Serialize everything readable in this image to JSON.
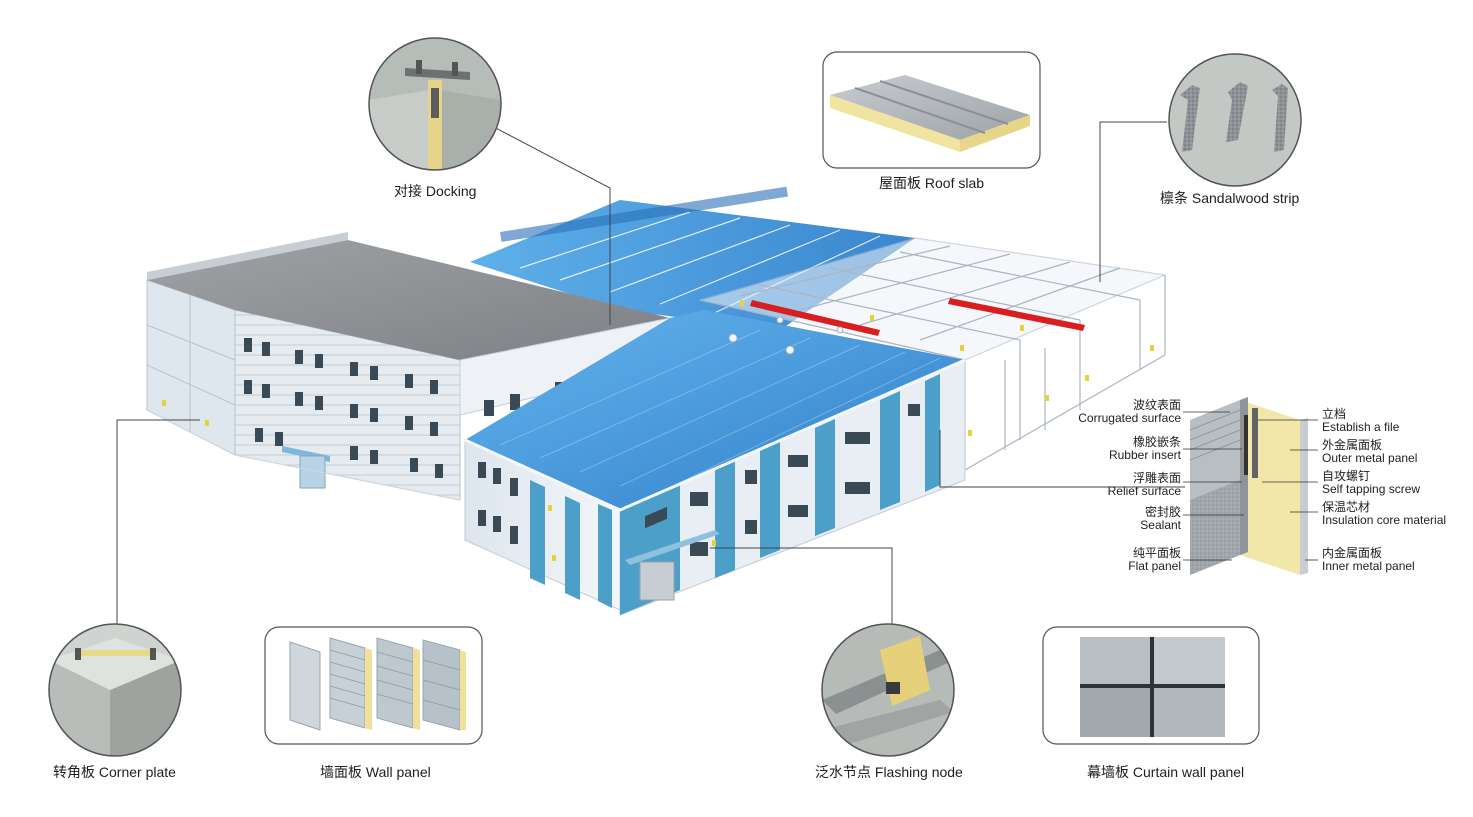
{
  "callouts": {
    "docking": "对接 Docking",
    "roof_slab": "屋面板 Roof slab",
    "sandalwood_strip": "檩条 Sandalwood strip",
    "corner_plate": "转角板 Corner plate",
    "wall_panel": "墙面板 Wall panel",
    "flashing_node": "泛水节点 Flashing node",
    "curtain_wall_panel": "幕墙板 Curtain wall panel"
  },
  "section_labels": {
    "left": [
      {
        "cn": "波纹表面",
        "en": "Corrugated surface"
      },
      {
        "cn": "橡胶嵌条",
        "en": "Rubber insert"
      },
      {
        "cn": "浮雕表面",
        "en": "Relief surface"
      },
      {
        "cn": "密封胶",
        "en": "Sealant"
      },
      {
        "cn": "纯平面板",
        "en": "Flat panel"
      }
    ],
    "right": [
      {
        "cn": "立档",
        "en": "Establish a file"
      },
      {
        "cn": "外金属面板",
        "en": "Outer metal panel"
      },
      {
        "cn": "自攻螺钉",
        "en": "Self tapping screw"
      },
      {
        "cn": "保温芯材",
        "en": "Insulation core material"
      },
      {
        "cn": "内金属面板",
        "en": "Inner metal panel"
      }
    ]
  },
  "colors": {
    "roof_blue": "#3f8fd6",
    "wall_blue": "#4b9fc8",
    "roof_grey": "#8c8f92",
    "wall_white": "#e9edf2",
    "insulation_yellow": "#f1e7a8",
    "leader_line": "#444444",
    "beam_red": "#d81e1e"
  }
}
